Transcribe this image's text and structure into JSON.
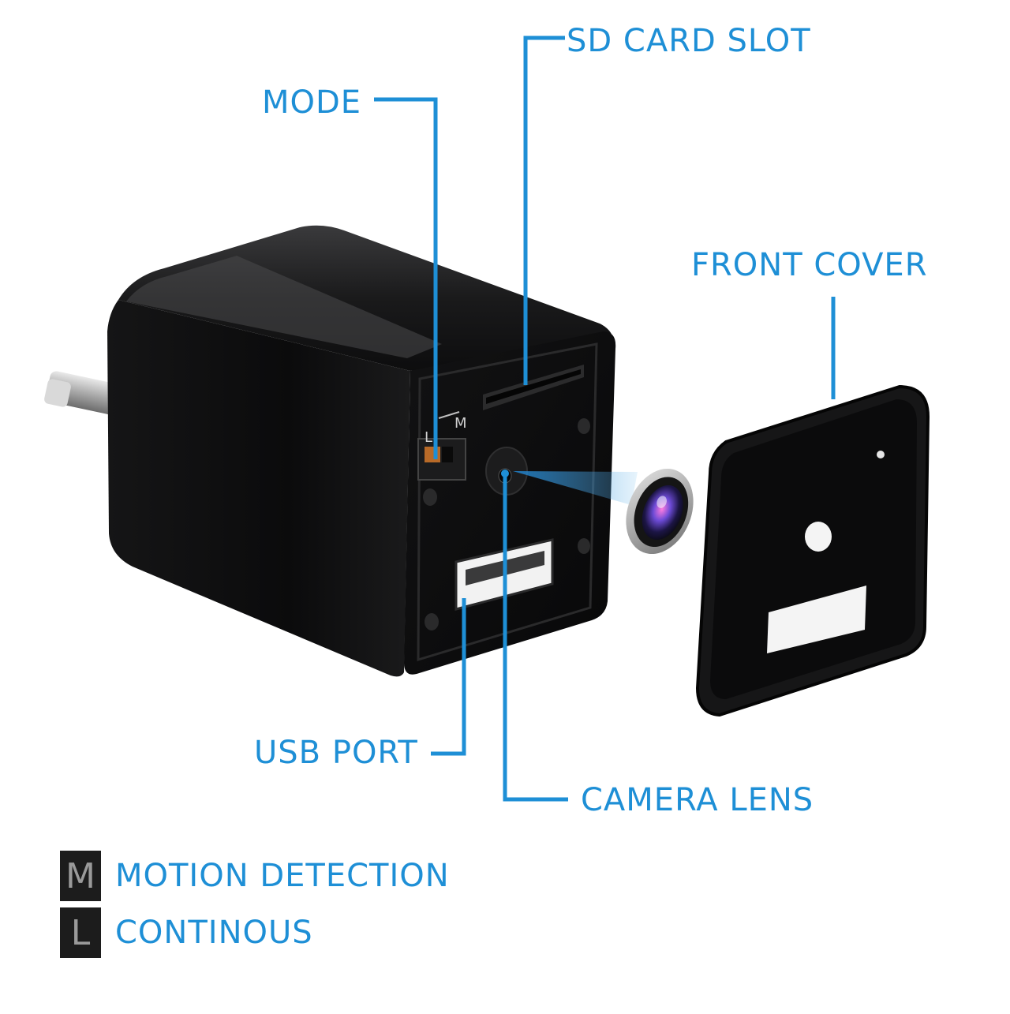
{
  "colors": {
    "accent": "#1e8fd6",
    "device_body": "#0f0f10",
    "badge_bg": "#1c1c1c",
    "badge_text": "#9a9a9a"
  },
  "callouts": {
    "sd_card_slot": "SD CARD SLOT",
    "mode": "MODE",
    "front_cover": "FRONT COVER",
    "usb_port": "USB PORT",
    "camera_lens": "CAMERA LENS"
  },
  "switch_labels": {
    "left": "L",
    "right": "M"
  },
  "legend": [
    {
      "letter": "M",
      "text": "MOTION DETECTION"
    },
    {
      "letter": "L",
      "text": "CONTINOUS"
    }
  ],
  "icons": [
    "camera-lens-icon",
    "usb-port-icon",
    "sd-card-slot-icon",
    "mode-switch-icon"
  ]
}
